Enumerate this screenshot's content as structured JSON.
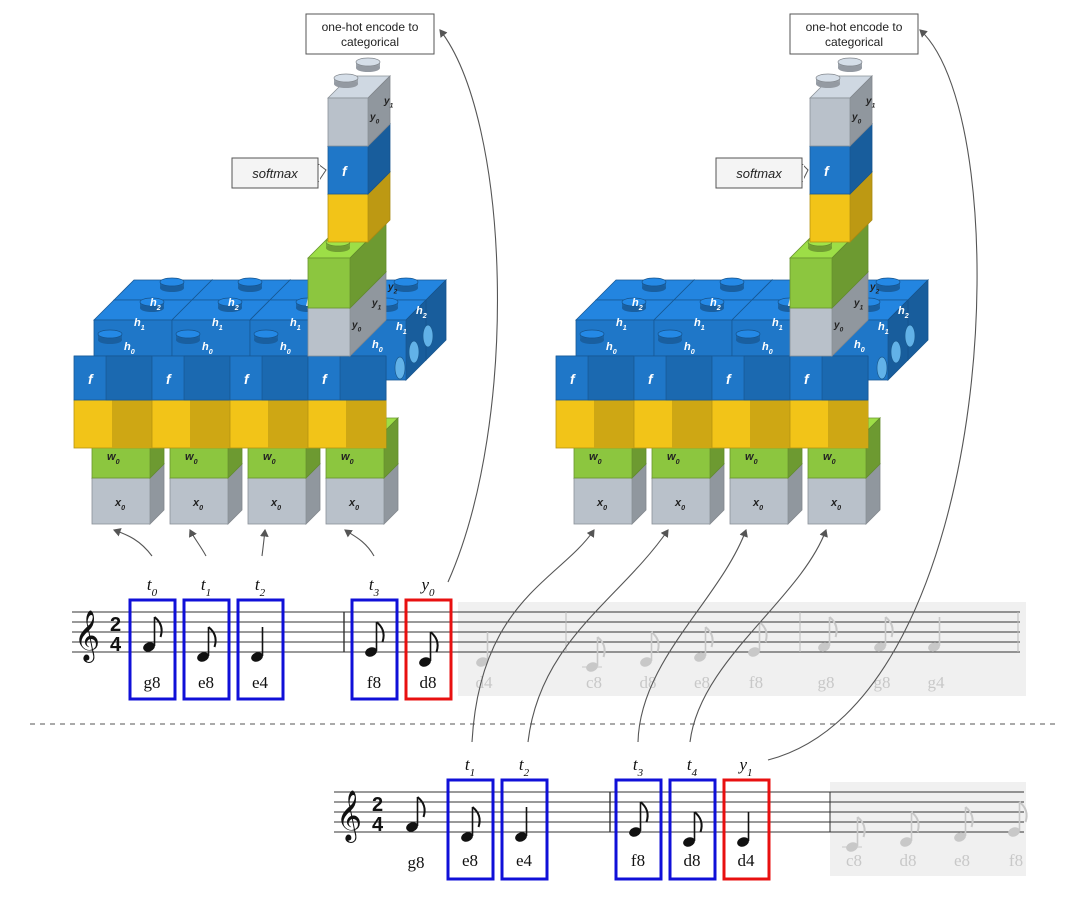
{
  "callouts": {
    "encode_label": "one-hot encode to categorical",
    "softmax_label": "softmax"
  },
  "glyphs": {
    "f": "f",
    "x0": "x",
    "x0_sub": "0",
    "w0": "w",
    "w0_sub": "0",
    "h0": "h",
    "h0_sub": "0",
    "h1": "h",
    "h1_sub": "1",
    "h2": "h",
    "h2_sub": "2",
    "y0": "y",
    "y0_sub": "0",
    "y1": "y",
    "y1_sub": "1",
    "y2": "y",
    "y2_sub": "2"
  },
  "sequence_top": {
    "time_labels": [
      {
        "t": "t",
        "sub": "0"
      },
      {
        "t": "t",
        "sub": "1"
      },
      {
        "t": "t",
        "sub": "2"
      },
      {
        "t": "t",
        "sub": "3"
      },
      {
        "t": "y",
        "sub": "0"
      }
    ],
    "notes": [
      "g8",
      "e8",
      "e4",
      "f8",
      "d8"
    ],
    "faded_notes": [
      "d4",
      "c8",
      "d8",
      "e8",
      "f8",
      "g8",
      "g8",
      "g4"
    ]
  },
  "sequence_bottom": {
    "lead_note": "g8",
    "time_labels": [
      {
        "t": "t",
        "sub": "1"
      },
      {
        "t": "t",
        "sub": "2"
      },
      {
        "t": "t",
        "sub": "3"
      },
      {
        "t": "t",
        "sub": "4"
      },
      {
        "t": "y",
        "sub": "1"
      }
    ],
    "notes": [
      "e8",
      "e4",
      "f8",
      "d8",
      "d4"
    ],
    "faded_notes": [
      "c8",
      "d8",
      "e8",
      "f8"
    ]
  },
  "time_signature": {
    "top": "2",
    "bottom": "4"
  },
  "colors": {
    "blue": "#1f77c8",
    "yellow": "#f2c418",
    "green": "#8cc63f",
    "gray": "#b9c1ca",
    "box_blue": "#1010d8",
    "box_red": "#e81010"
  }
}
